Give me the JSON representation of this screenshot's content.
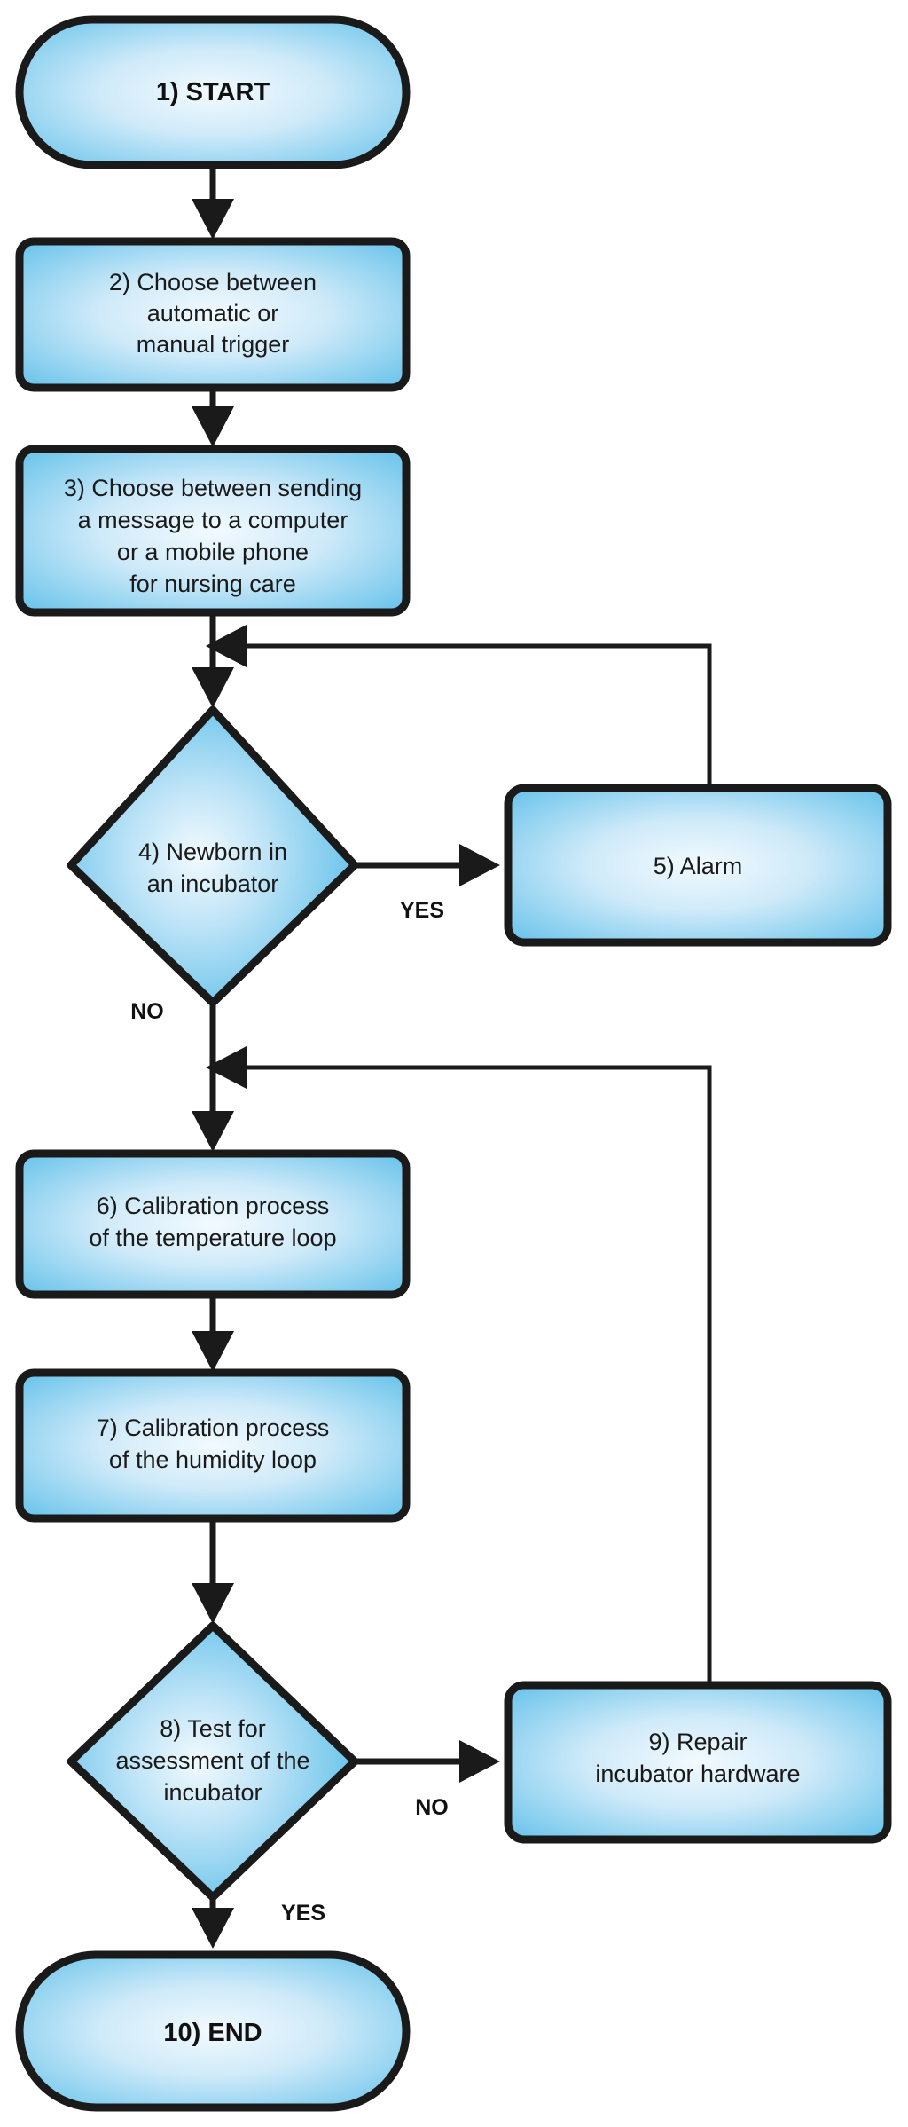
{
  "diagram": {
    "title": "Incubator monitoring and calibration flowchart",
    "type": "flowchart",
    "background_color": "#ffffff",
    "shape_fill_center": "#eaf6fd",
    "shape_fill_edge": "#6cc4ec",
    "shape_stroke": "#1a1a1a",
    "text_color": "#1a1a1a"
  },
  "nodes": [
    {
      "id": "n1",
      "shape": "terminator",
      "bold": true,
      "lines": [
        "1) START"
      ]
    },
    {
      "id": "n2",
      "shape": "process",
      "bold": false,
      "lines": [
        "2) Choose between",
        "automatic or",
        "manual trigger"
      ]
    },
    {
      "id": "n3",
      "shape": "process",
      "bold": false,
      "lines": [
        "3) Choose between sending",
        "a message to a computer",
        "or a mobile phone",
        "for nursing care"
      ]
    },
    {
      "id": "n4",
      "shape": "decision",
      "bold": false,
      "lines": [
        "4) Newborn in",
        "an incubator"
      ]
    },
    {
      "id": "n5",
      "shape": "process",
      "bold": false,
      "lines": [
        "5) Alarm"
      ]
    },
    {
      "id": "n6",
      "shape": "process",
      "bold": false,
      "lines": [
        "6) Calibration process",
        "of the temperature loop"
      ]
    },
    {
      "id": "n7",
      "shape": "process",
      "bold": false,
      "lines": [
        "7) Calibration process",
        "of the humidity loop"
      ]
    },
    {
      "id": "n8",
      "shape": "decision",
      "bold": false,
      "lines": [
        "8) Test for",
        "assessment of the",
        "incubator"
      ]
    },
    {
      "id": "n9",
      "shape": "process",
      "bold": false,
      "lines": [
        "9) Repair",
        "incubator hardware"
      ]
    },
    {
      "id": "n10",
      "shape": "terminator",
      "bold": true,
      "lines": [
        "10) END"
      ]
    }
  ],
  "edges": [
    {
      "id": "e1",
      "from": "n1",
      "to": "n2",
      "label": ""
    },
    {
      "id": "e2",
      "from": "n2",
      "to": "n3",
      "label": ""
    },
    {
      "id": "e3",
      "from": "n3",
      "to": "n4",
      "label": ""
    },
    {
      "id": "e4",
      "from": "n4",
      "to": "n5",
      "label": "YES"
    },
    {
      "id": "e5",
      "from": "n5",
      "to": "n4_in",
      "label": ""
    },
    {
      "id": "e6",
      "from": "n4",
      "to": "n6",
      "label": "NO"
    },
    {
      "id": "e7",
      "from": "n6",
      "to": "n7",
      "label": ""
    },
    {
      "id": "e8",
      "from": "n7",
      "to": "n8",
      "label": ""
    },
    {
      "id": "e9",
      "from": "n8",
      "to": "n9",
      "label": "NO"
    },
    {
      "id": "e10",
      "from": "n9",
      "to": "n6_in",
      "label": ""
    },
    {
      "id": "e11",
      "from": "n8",
      "to": "n10",
      "label": "YES"
    }
  ],
  "labels": {
    "n1_l0": "1) START",
    "n2_l0": "2) Choose between",
    "n2_l1": "automatic or",
    "n2_l2": "manual trigger",
    "n3_l0": "3) Choose between sending",
    "n3_l1": "a message to a computer",
    "n3_l2": "or a mobile phone",
    "n3_l3": "for nursing care",
    "n4_l0": "4) Newborn in",
    "n4_l1": "an incubator",
    "n5_l0": "5) Alarm",
    "n6_l0": "6) Calibration process",
    "n6_l1": "of the temperature loop",
    "n7_l0": "7) Calibration process",
    "n7_l1": "of the humidity loop",
    "n8_l0": "8) Test for",
    "n8_l1": "assessment of the",
    "n8_l2": "incubator",
    "n9_l0": "9) Repair",
    "n9_l1": "incubator hardware",
    "n10_l0": "10) END",
    "yes_1": "YES",
    "no_1": "NO",
    "no_2": "NO",
    "yes_2": "YES"
  }
}
